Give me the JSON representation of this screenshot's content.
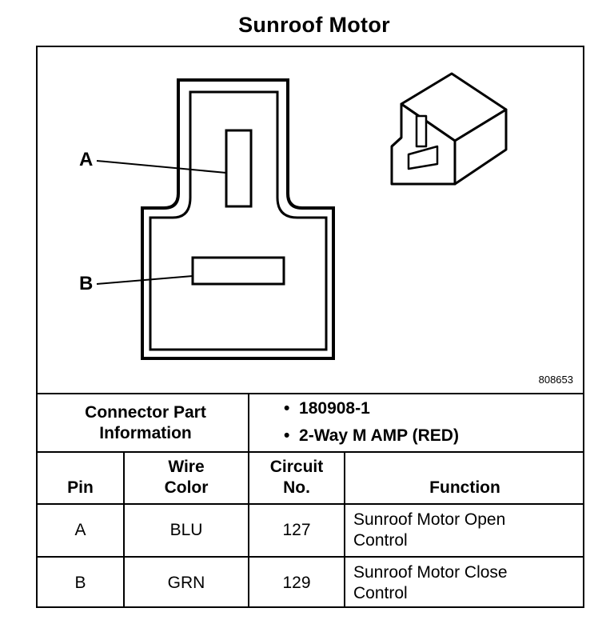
{
  "title": "Sunroof Motor",
  "figure_id": "808653",
  "pin_labels": {
    "a": "A",
    "b": "B"
  },
  "connector_info": {
    "label": "Connector Part Information",
    "items": [
      "180908-1",
      "2-Way M AMP (RED)"
    ]
  },
  "table": {
    "headers": {
      "pin": "Pin",
      "wire_color": "Wire Color",
      "circuit": "Circuit No.",
      "function": "Function"
    },
    "rows": [
      {
        "pin": "A",
        "wire_color": "BLU",
        "circuit": "127",
        "function": "Sunroof Motor Open Control"
      },
      {
        "pin": "B",
        "wire_color": "GRN",
        "circuit": "129",
        "function": "Sunroof Motor Close Control"
      }
    ]
  }
}
